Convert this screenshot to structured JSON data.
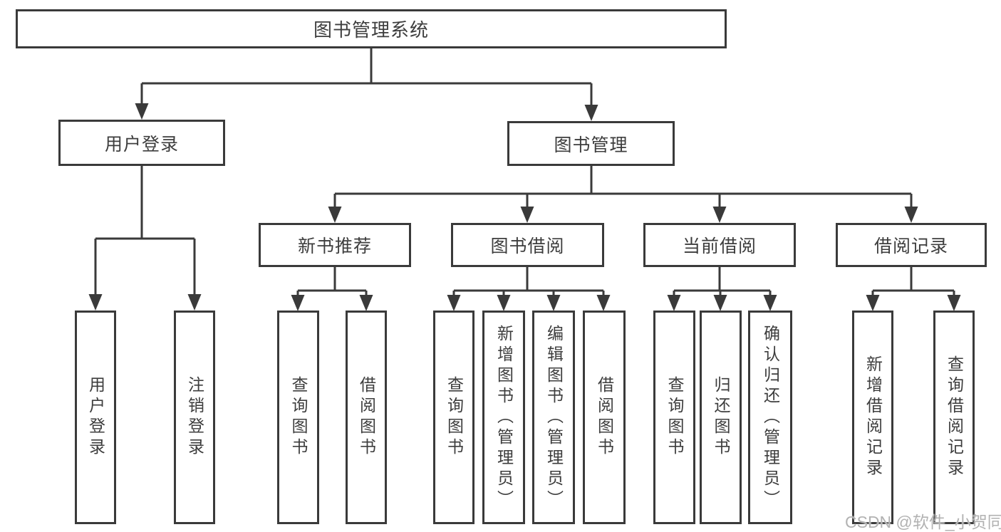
{
  "diagram": {
    "type": "hierarchy-tree",
    "tree": {
      "label": "图书管理系统",
      "children": [
        {
          "label": "用户登录",
          "children": [
            {
              "label": "用户登录"
            },
            {
              "label": "注销登录"
            }
          ]
        },
        {
          "label": "图书管理",
          "children": [
            {
              "label": "新书推荐",
              "children": [
                {
                  "label": "查询图书"
                },
                {
                  "label": "借阅图书"
                }
              ]
            },
            {
              "label": "图书借阅",
              "children": [
                {
                  "label": "查询图书"
                },
                {
                  "label": "新增图书（管理员）"
                },
                {
                  "label": "编辑图书（管理员）"
                },
                {
                  "label": "借阅图书"
                }
              ]
            },
            {
              "label": "当前借阅",
              "children": [
                {
                  "label": "查询图书"
                },
                {
                  "label": "归还图书"
                },
                {
                  "label": "确认归还（管理员）"
                }
              ]
            },
            {
              "label": "借阅记录",
              "children": [
                {
                  "label": "新增借阅记录"
                },
                {
                  "label": "查询借阅记录"
                }
              ]
            }
          ]
        }
      ]
    },
    "colors": {
      "line": "#3a3a3a",
      "box_border": "#3a3a3a",
      "box_fill": "#ffffff",
      "text": "#3d3d3d",
      "background": "#ffffff",
      "watermark": "#b2b2b2"
    }
  },
  "watermark": {
    "text": "CSDN @软件_小贺同学"
  }
}
